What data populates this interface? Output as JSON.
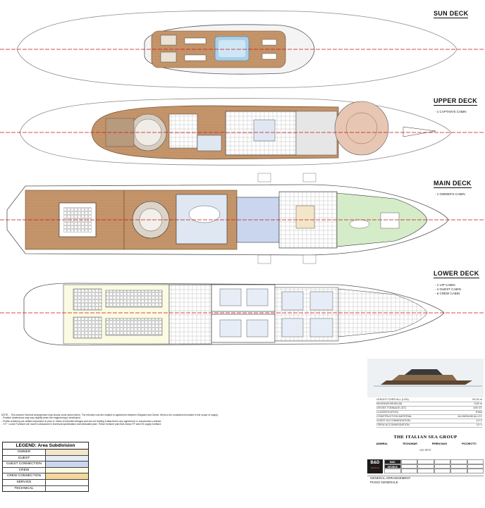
{
  "decks": {
    "sun": {
      "title": "SUN DECK"
    },
    "upper": {
      "title": "UPPER DECK",
      "note": "- 1 CAPTAIN'S CABIN"
    },
    "main": {
      "title": "MAIN DECK",
      "note": "- 1 OWNER'S CABIN"
    },
    "lower": {
      "title": "LOWER DECK",
      "notes": [
        "- 1 VIP CABIN",
        "- 4 GUEST CABIN",
        "- 5 CREW CABIN"
      ]
    }
  },
  "legend": {
    "title": "LEGEND: Area Subdivision",
    "items": [
      {
        "label": "OWNER",
        "color": "#f3e6c8"
      },
      {
        "label": "GUEST",
        "color": "#e7edf6"
      },
      {
        "label": "GUEST CONNECTION",
        "color": "#c9d6ee"
      },
      {
        "label": "CREW",
        "color": "#fbfbe3"
      },
      {
        "label": "CREW CONNECTION",
        "color": "#f4d89b"
      },
      {
        "label": "SERVICE",
        "color": "#ffffff"
      },
      {
        "label": "TECHNICAL",
        "color": "#ffffff"
      }
    ]
  },
  "footnote": {
    "lines": [
      "NOTE:  - This present General Arrangement may shows some option items. The relevant cost are subject to agreement between Shipyard and Owner. Items to be considered included in the scope of supply.",
      "- Position dimensions may vary slightly when the engineering is developed.",
      "- Profile rendering are artistic impression in plan or Views of intended designs and are not binding if attached to any agreement or construction contract.",
      "- \"LF\": Loose Furniture are owner's allowance in technical specification and dedicated plan. These furniture plan that shows FF and OS supply furniture."
    ]
  },
  "spec": [
    {
      "label": "LENGHT OVER ALL (LOA)",
      "value": "50,00 m"
    },
    {
      "label": "MAXIMUM BEAM (B)",
      "value": "9,80 m"
    },
    {
      "label": "GROSS TONNAGE (GT)",
      "value": "499 GT"
    },
    {
      "label": "CLASSIFICATION",
      "value": "RINA"
    },
    {
      "label": "CONSTRUCTION MATERIAL",
      "value": "ALUMINIUM ALLOY"
    },
    {
      "label": "GUEST ACCOMMODATION",
      "value": "12+2"
    },
    {
      "label": "CREW ACCOMMODATION",
      "value": "11+1"
    }
  ],
  "company": {
    "name": "THE ITALIAN SEA GROUP",
    "brands": [
      "ADMIRAL",
      "TECNOMAR",
      "PERINI NAVI",
      "PICCHIOTTI"
    ],
    "sub": "ISG  RP07"
  },
  "logo": {
    "main": "B&D",
    "sub": "DESIGN"
  },
  "titlegrid": [
    "B&D",
    "",
    "",
    "",
    "",
    "",
    "SPORCE",
    "",
    "",
    "",
    "",
    "",
    "",
    "",
    "",
    "",
    "",
    ""
  ],
  "titleblock": {
    "line1": "GENERAL ARRANGEMENT",
    "line2": "PIANO GENERALE"
  },
  "colors": {
    "wood": "#b9885c",
    "floor": "#c69a6e",
    "pool": "#9ec6e2",
    "hull": "#f8f8f8",
    "centerline": "#cc1111",
    "guest": "#dfe7f3",
    "tender": "#d5ecc9",
    "helipad": "#e7c7b4"
  }
}
